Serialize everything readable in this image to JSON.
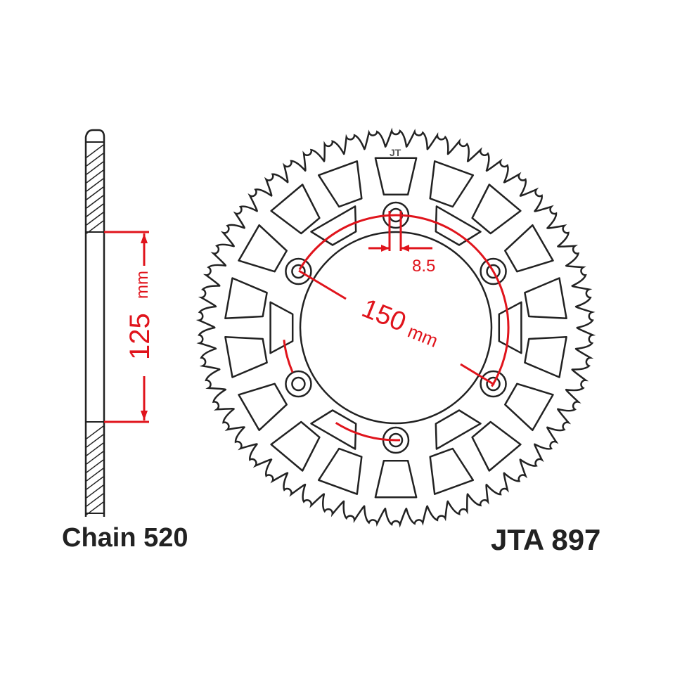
{
  "colors": {
    "line": "#222222",
    "dimension": "#e0141c",
    "background": "#ffffff"
  },
  "logo": {
    "text": "JT"
  },
  "labels": {
    "chain": "Chain 520",
    "part_number": "JTA 897"
  },
  "dimensions": {
    "pcd_value": "150",
    "pcd_unit": "mm",
    "bolt_hole_value": "8.5",
    "center_bore_value": "125",
    "center_bore_unit": "mm"
  },
  "sprocket": {
    "bolt_holes": 6
  }
}
